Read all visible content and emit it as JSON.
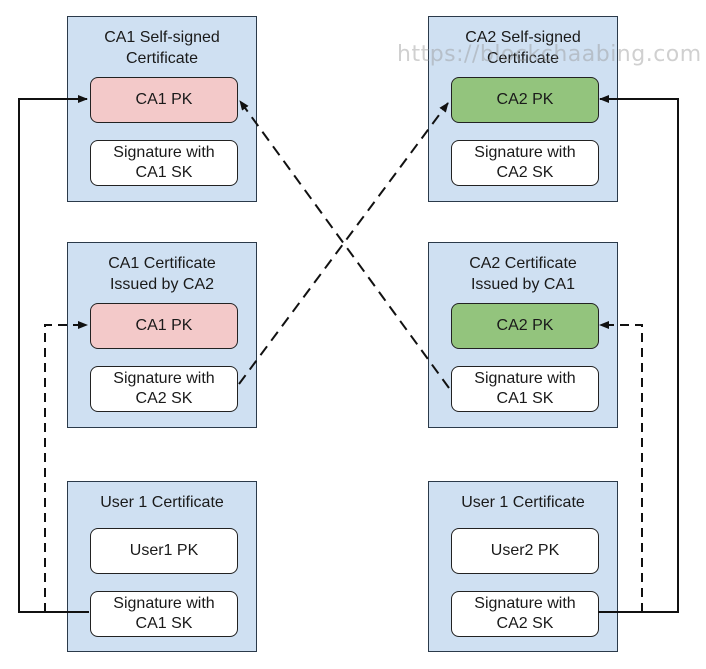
{
  "watermark": "https://blockchaabing.com",
  "certificates": [
    {
      "id": "ca1-self",
      "title_line1": "CA1 Self-signed",
      "title_line2": "Certificate",
      "pk": "CA1  PK",
      "sig_line1": "Signature with",
      "sig_line2": "CA1 SK",
      "pk_color": "#f3c9c9"
    },
    {
      "id": "ca2-self",
      "title_line1": "CA2 Self-signed",
      "title_line2": "Certificate",
      "pk": "CA2  PK",
      "sig_line1": "Signature with",
      "sig_line2": "CA2 SK",
      "pk_color": "#93c47d"
    },
    {
      "id": "ca1-by-ca2",
      "title_line1": "CA1 Certificate",
      "title_line2": "Issued by CA2",
      "pk": "CA1  PK",
      "sig_line1": "Signature with",
      "sig_line2": "CA2 SK",
      "pk_color": "#f3c9c9"
    },
    {
      "id": "ca2-by-ca1",
      "title_line1": "CA2 Certificate",
      "title_line2": "Issued by CA1",
      "pk": "CA2  PK",
      "sig_line1": "Signature with",
      "sig_line2": "CA1 SK",
      "pk_color": "#93c47d"
    },
    {
      "id": "user1",
      "title_line1": "User 1 Certificate",
      "title_line2": "",
      "pk": "User1 PK",
      "sig_line1": "Signature with",
      "sig_line2": "CA1 SK",
      "pk_color": "#ffffff"
    },
    {
      "id": "user2",
      "title_line1": "User 1 Certificate",
      "title_line2": "",
      "pk": "User2 PK",
      "sig_line1": "Signature with",
      "sig_line2": "CA2 SK",
      "pk_color": "#ffffff"
    }
  ],
  "connections": [
    {
      "from": "user1 signature",
      "to": "ca1-self pk",
      "style": "solid"
    },
    {
      "from": "user1 signature",
      "to": "ca1-by-ca2 pk",
      "style": "dashed"
    },
    {
      "from": "user2 signature",
      "to": "ca2-self pk",
      "style": "solid"
    },
    {
      "from": "user2 signature",
      "to": "ca2-by-ca1 pk",
      "style": "dashed"
    },
    {
      "from": "ca1-by-ca2 signature",
      "to": "ca2-self pk",
      "style": "dashed"
    },
    {
      "from": "ca2-by-ca1 signature",
      "to": "ca1-self pk",
      "style": "dashed"
    }
  ]
}
